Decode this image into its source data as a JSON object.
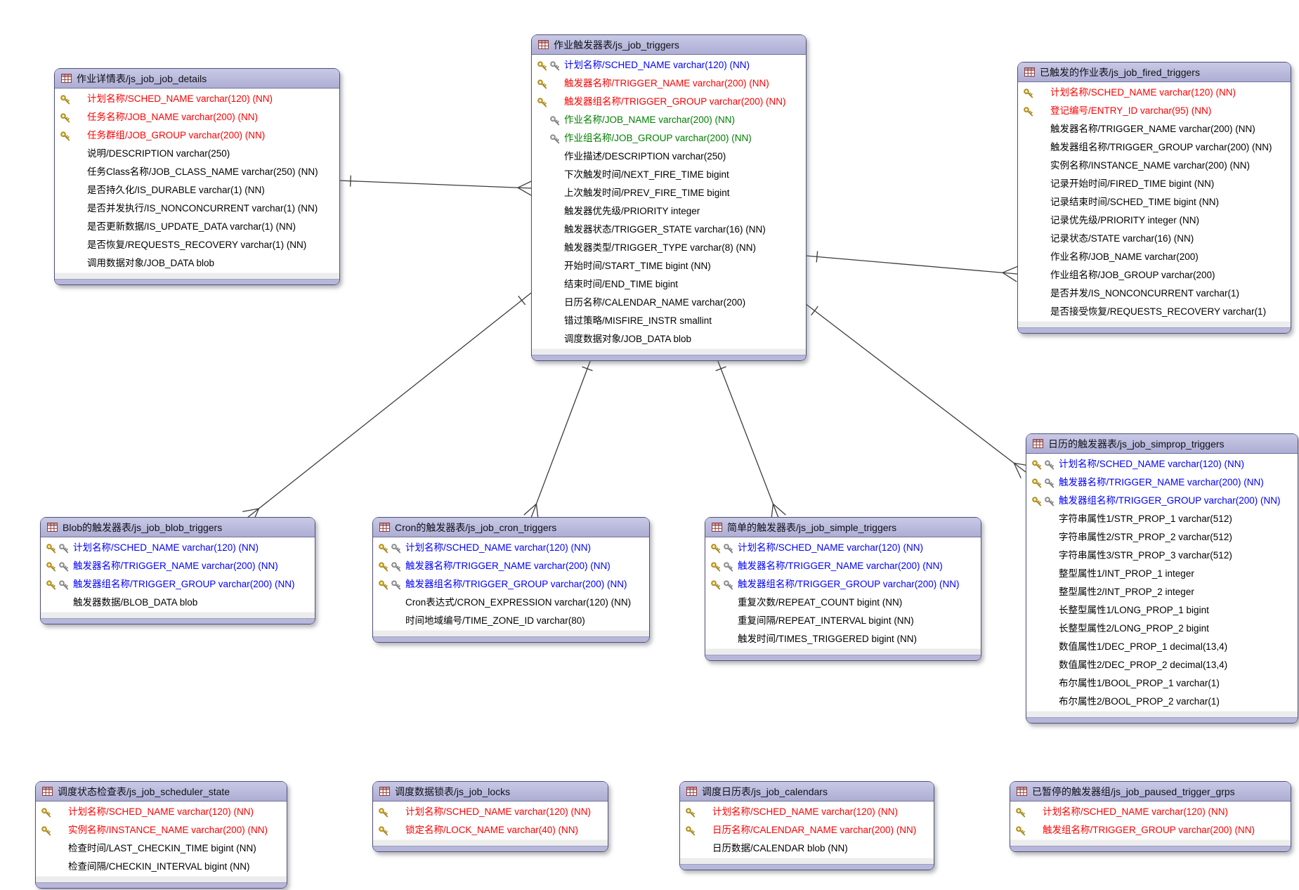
{
  "diagram": {
    "palette": {
      "pk_text": "#ff0000",
      "pkfk_text": "#0000ff",
      "fk_text": "#008000",
      "normal_text": "#000000",
      "header_top": "#c9c9e6",
      "header_bottom": "#aeaed4",
      "card_border": "#4f4f78",
      "footer_strip": "#b7b7da",
      "relation_line": "#3c3c3c",
      "key_gold": "#e7c84f",
      "key_silver": "#d9d9d9"
    },
    "tables": [
      {
        "id": "job_details",
        "title": "作业详情表/js_job_job_details",
        "columns": [
          {
            "label": "计划名称/SCHED_NAME varchar(120) (NN)",
            "key": "pk",
            "color": "pk"
          },
          {
            "label": "任务名称/JOB_NAME varchar(200) (NN)",
            "key": "pk",
            "color": "pk"
          },
          {
            "label": "任务群组/JOB_GROUP varchar(200) (NN)",
            "key": "pk",
            "color": "pk"
          },
          {
            "label": "说明/DESCRIPTION varchar(250)",
            "key": "none",
            "color": "normal"
          },
          {
            "label": "任务Class名称/JOB_CLASS_NAME varchar(250) (NN)",
            "key": "none",
            "color": "normal"
          },
          {
            "label": "是否持久化/IS_DURABLE varchar(1) (NN)",
            "key": "none",
            "color": "normal"
          },
          {
            "label": "是否并发执行/IS_NONCONCURRENT varchar(1) (NN)",
            "key": "none",
            "color": "normal"
          },
          {
            "label": "是否更新数据/IS_UPDATE_DATA varchar(1) (NN)",
            "key": "none",
            "color": "normal"
          },
          {
            "label": "是否恢复/REQUESTS_RECOVERY varchar(1) (NN)",
            "key": "none",
            "color": "normal"
          },
          {
            "label": "调用数据对象/JOB_DATA blob",
            "key": "none",
            "color": "normal"
          }
        ]
      },
      {
        "id": "triggers",
        "title": "作业触发器表/js_job_triggers",
        "columns": [
          {
            "label": "计划名称/SCHED_NAME varchar(120) (NN)",
            "key": "pkfk",
            "color": "pkfk"
          },
          {
            "label": "触发器名称/TRIGGER_NAME varchar(200) (NN)",
            "key": "pk",
            "color": "pk"
          },
          {
            "label": "触发器组名称/TRIGGER_GROUP varchar(200) (NN)",
            "key": "pk",
            "color": "pk"
          },
          {
            "label": "作业名称/JOB_NAME varchar(200) (NN)",
            "key": "fk",
            "color": "fk"
          },
          {
            "label": "作业组名称/JOB_GROUP varchar(200) (NN)",
            "key": "fk",
            "color": "fk"
          },
          {
            "label": "作业描述/DESCRIPTION varchar(250)",
            "key": "none",
            "color": "normal"
          },
          {
            "label": "下次触发时间/NEXT_FIRE_TIME bigint",
            "key": "none",
            "color": "normal"
          },
          {
            "label": "上次触发时间/PREV_FIRE_TIME bigint",
            "key": "none",
            "color": "normal"
          },
          {
            "label": "触发器优先级/PRIORITY integer",
            "key": "none",
            "color": "normal"
          },
          {
            "label": "触发器状态/TRIGGER_STATE varchar(16) (NN)",
            "key": "none",
            "color": "normal"
          },
          {
            "label": "触发器类型/TRIGGER_TYPE varchar(8) (NN)",
            "key": "none",
            "color": "normal"
          },
          {
            "label": "开始时间/START_TIME bigint (NN)",
            "key": "none",
            "color": "normal"
          },
          {
            "label": "结束时间/END_TIME bigint",
            "key": "none",
            "color": "normal"
          },
          {
            "label": "日历名称/CALENDAR_NAME varchar(200)",
            "key": "none",
            "color": "normal"
          },
          {
            "label": "错过策略/MISFIRE_INSTR smallint",
            "key": "none",
            "color": "normal"
          },
          {
            "label": "调度数据对象/JOB_DATA blob",
            "key": "none",
            "color": "normal"
          }
        ]
      },
      {
        "id": "fired_triggers",
        "title": "已触发的作业表/js_job_fired_triggers",
        "columns": [
          {
            "label": "计划名称/SCHED_NAME varchar(120) (NN)",
            "key": "pk",
            "color": "pk"
          },
          {
            "label": "登记编号/ENTRY_ID varchar(95) (NN)",
            "key": "pk",
            "color": "pk"
          },
          {
            "label": "触发器名称/TRIGGER_NAME varchar(200) (NN)",
            "key": "none",
            "color": "normal"
          },
          {
            "label": "触发器组名称/TRIGGER_GROUP varchar(200) (NN)",
            "key": "none",
            "color": "normal"
          },
          {
            "label": "实例名称/INSTANCE_NAME varchar(200) (NN)",
            "key": "none",
            "color": "normal"
          },
          {
            "label": "记录开始时间/FIRED_TIME bigint (NN)",
            "key": "none",
            "color": "normal"
          },
          {
            "label": "记录结束时间/SCHED_TIME bigint (NN)",
            "key": "none",
            "color": "normal"
          },
          {
            "label": "记录优先级/PRIORITY integer (NN)",
            "key": "none",
            "color": "normal"
          },
          {
            "label": "记录状态/STATE varchar(16) (NN)",
            "key": "none",
            "color": "normal"
          },
          {
            "label": "作业名称/JOB_NAME varchar(200)",
            "key": "none",
            "color": "normal"
          },
          {
            "label": "作业组名称/JOB_GROUP varchar(200)",
            "key": "none",
            "color": "normal"
          },
          {
            "label": "是否并发/IS_NONCONCURRENT varchar(1)",
            "key": "none",
            "color": "normal"
          },
          {
            "label": "是否接受恢复/REQUESTS_RECOVERY varchar(1)",
            "key": "none",
            "color": "normal"
          }
        ]
      },
      {
        "id": "simprop_triggers",
        "title": "日历的触发器表/js_job_simprop_triggers",
        "columns": [
          {
            "label": "计划名称/SCHED_NAME varchar(120) (NN)",
            "key": "pkfk",
            "color": "pkfk"
          },
          {
            "label": "触发器名称/TRIGGER_NAME varchar(200) (NN)",
            "key": "pkfk",
            "color": "pkfk"
          },
          {
            "label": "触发器组名称/TRIGGER_GROUP varchar(200) (NN)",
            "key": "pkfk",
            "color": "pkfk"
          },
          {
            "label": "字符串属性1/STR_PROP_1 varchar(512)",
            "key": "none",
            "color": "normal"
          },
          {
            "label": "字符串属性2/STR_PROP_2 varchar(512)",
            "key": "none",
            "color": "normal"
          },
          {
            "label": "字符串属性3/STR_PROP_3 varchar(512)",
            "key": "none",
            "color": "normal"
          },
          {
            "label": "整型属性1/INT_PROP_1 integer",
            "key": "none",
            "color": "normal"
          },
          {
            "label": "整型属性2/INT_PROP_2 integer",
            "key": "none",
            "color": "normal"
          },
          {
            "label": "长整型属性1/LONG_PROP_1 bigint",
            "key": "none",
            "color": "normal"
          },
          {
            "label": "长整型属性2/LONG_PROP_2 bigint",
            "key": "none",
            "color": "normal"
          },
          {
            "label": "数值属性1/DEC_PROP_1 decimal(13,4)",
            "key": "none",
            "color": "normal"
          },
          {
            "label": "数值属性2/DEC_PROP_2 decimal(13,4)",
            "key": "none",
            "color": "normal"
          },
          {
            "label": "布尔属性1/BOOL_PROP_1 varchar(1)",
            "key": "none",
            "color": "normal"
          },
          {
            "label": "布尔属性2/BOOL_PROP_2 varchar(1)",
            "key": "none",
            "color": "normal"
          }
        ]
      },
      {
        "id": "blob_triggers",
        "title": "Blob的触发器表/js_job_blob_triggers",
        "columns": [
          {
            "label": "计划名称/SCHED_NAME varchar(120) (NN)",
            "key": "pkfk",
            "color": "pkfk"
          },
          {
            "label": "触发器名称/TRIGGER_NAME varchar(200) (NN)",
            "key": "pkfk",
            "color": "pkfk"
          },
          {
            "label": "触发器组名称/TRIGGER_GROUP varchar(200) (NN)",
            "key": "pkfk",
            "color": "pkfk"
          },
          {
            "label": "触发器数据/BLOB_DATA blob",
            "key": "none",
            "color": "normal"
          }
        ]
      },
      {
        "id": "cron_triggers",
        "title": "Cron的触发器表/js_job_cron_triggers",
        "columns": [
          {
            "label": "计划名称/SCHED_NAME varchar(120) (NN)",
            "key": "pkfk",
            "color": "pkfk"
          },
          {
            "label": "触发器名称/TRIGGER_NAME varchar(200) (NN)",
            "key": "pkfk",
            "color": "pkfk"
          },
          {
            "label": "触发器组名称/TRIGGER_GROUP varchar(200) (NN)",
            "key": "pkfk",
            "color": "pkfk"
          },
          {
            "label": "Cron表达式/CRON_EXPRESSION varchar(120) (NN)",
            "key": "none",
            "color": "normal"
          },
          {
            "label": "时间地域编号/TIME_ZONE_ID varchar(80)",
            "key": "none",
            "color": "normal"
          }
        ]
      },
      {
        "id": "simple_triggers",
        "title": "简单的触发器表/js_job_simple_triggers",
        "columns": [
          {
            "label": "计划名称/SCHED_NAME varchar(120) (NN)",
            "key": "pkfk",
            "color": "pkfk"
          },
          {
            "label": "触发器名称/TRIGGER_NAME varchar(200) (NN)",
            "key": "pkfk",
            "color": "pkfk"
          },
          {
            "label": "触发器组名称/TRIGGER_GROUP varchar(200) (NN)",
            "key": "pkfk",
            "color": "pkfk"
          },
          {
            "label": "重复次数/REPEAT_COUNT bigint (NN)",
            "key": "none",
            "color": "normal"
          },
          {
            "label": "重复间隔/REPEAT_INTERVAL bigint (NN)",
            "key": "none",
            "color": "normal"
          },
          {
            "label": "触发时间/TIMES_TRIGGERED bigint (NN)",
            "key": "none",
            "color": "normal"
          }
        ]
      },
      {
        "id": "scheduler_state",
        "title": "调度状态检查表/js_job_scheduler_state",
        "columns": [
          {
            "label": "计划名称/SCHED_NAME varchar(120) (NN)",
            "key": "pk",
            "color": "pk"
          },
          {
            "label": "实例名称/INSTANCE_NAME varchar(200) (NN)",
            "key": "pk",
            "color": "pk"
          },
          {
            "label": "检查时间/LAST_CHECKIN_TIME bigint (NN)",
            "key": "none",
            "color": "normal"
          },
          {
            "label": "检查间隔/CHECKIN_INTERVAL bigint (NN)",
            "key": "none",
            "color": "normal"
          }
        ]
      },
      {
        "id": "locks",
        "title": "调度数据锁表/js_job_locks",
        "columns": [
          {
            "label": "计划名称/SCHED_NAME varchar(120) (NN)",
            "key": "pk",
            "color": "pk"
          },
          {
            "label": "锁定名称/LOCK_NAME varchar(40) (NN)",
            "key": "pk",
            "color": "pk"
          }
        ]
      },
      {
        "id": "calendars",
        "title": "调度日历表/js_job_calendars",
        "columns": [
          {
            "label": "计划名称/SCHED_NAME varchar(120) (NN)",
            "key": "pk",
            "color": "pk"
          },
          {
            "label": "日历名称/CALENDAR_NAME varchar(200) (NN)",
            "key": "pk",
            "color": "pk"
          },
          {
            "label": "日历数据/CALENDAR blob (NN)",
            "key": "none",
            "color": "normal"
          }
        ]
      },
      {
        "id": "paused_trigger_grps",
        "title": "已暂停的触发器组/js_job_paused_trigger_grps",
        "columns": [
          {
            "label": "计划名称/SCHED_NAME varchar(120) (NN)",
            "key": "pk",
            "color": "pk"
          },
          {
            "label": "触发组名称/TRIGGER_GROUP varchar(200) (NN)",
            "key": "pk",
            "color": "pk"
          }
        ]
      }
    ],
    "relationships": [
      {
        "from": "job_details",
        "to": "triggers",
        "from_card": "one",
        "to_card": "many"
      },
      {
        "from": "triggers",
        "to": "fired_triggers",
        "from_card": "one",
        "to_card": "many"
      },
      {
        "from": "triggers",
        "to": "simprop_triggers",
        "from_card": "one",
        "to_card": "many"
      },
      {
        "from": "triggers",
        "to": "blob_triggers",
        "from_card": "one",
        "to_card": "many"
      },
      {
        "from": "triggers",
        "to": "cron_triggers",
        "from_card": "one",
        "to_card": "many"
      },
      {
        "from": "triggers",
        "to": "simple_triggers",
        "from_card": "one",
        "to_card": "many"
      }
    ]
  }
}
